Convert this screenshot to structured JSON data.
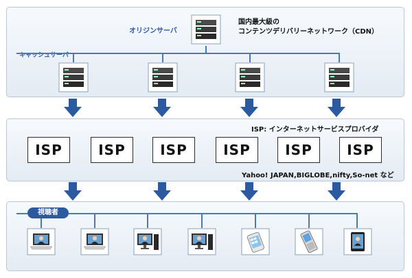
{
  "cdn": {
    "title_line1": "国内最大級の",
    "title_line2": "コンテンツデリバリーネットワーク（CDN）",
    "origin_label": "オリジンサーバ",
    "cache_label": "キャッシュサーバ"
  },
  "isp": {
    "title": "ISP: インターネットサービスプロバイダ",
    "box_label": "ISP",
    "providers": "Yahoo! JAPAN,BIGLOBE,nifty,So-net など"
  },
  "viewers": {
    "label": "視聴者",
    "devices": [
      "laptop",
      "laptop",
      "desktop-pc",
      "desktop-pc",
      "smartphone",
      "mobile-phone",
      "tablet"
    ]
  },
  "colors": {
    "accent": "#2c5aa0",
    "arrow": "#2c5aa0",
    "panel_border": "#b9c6d4"
  }
}
